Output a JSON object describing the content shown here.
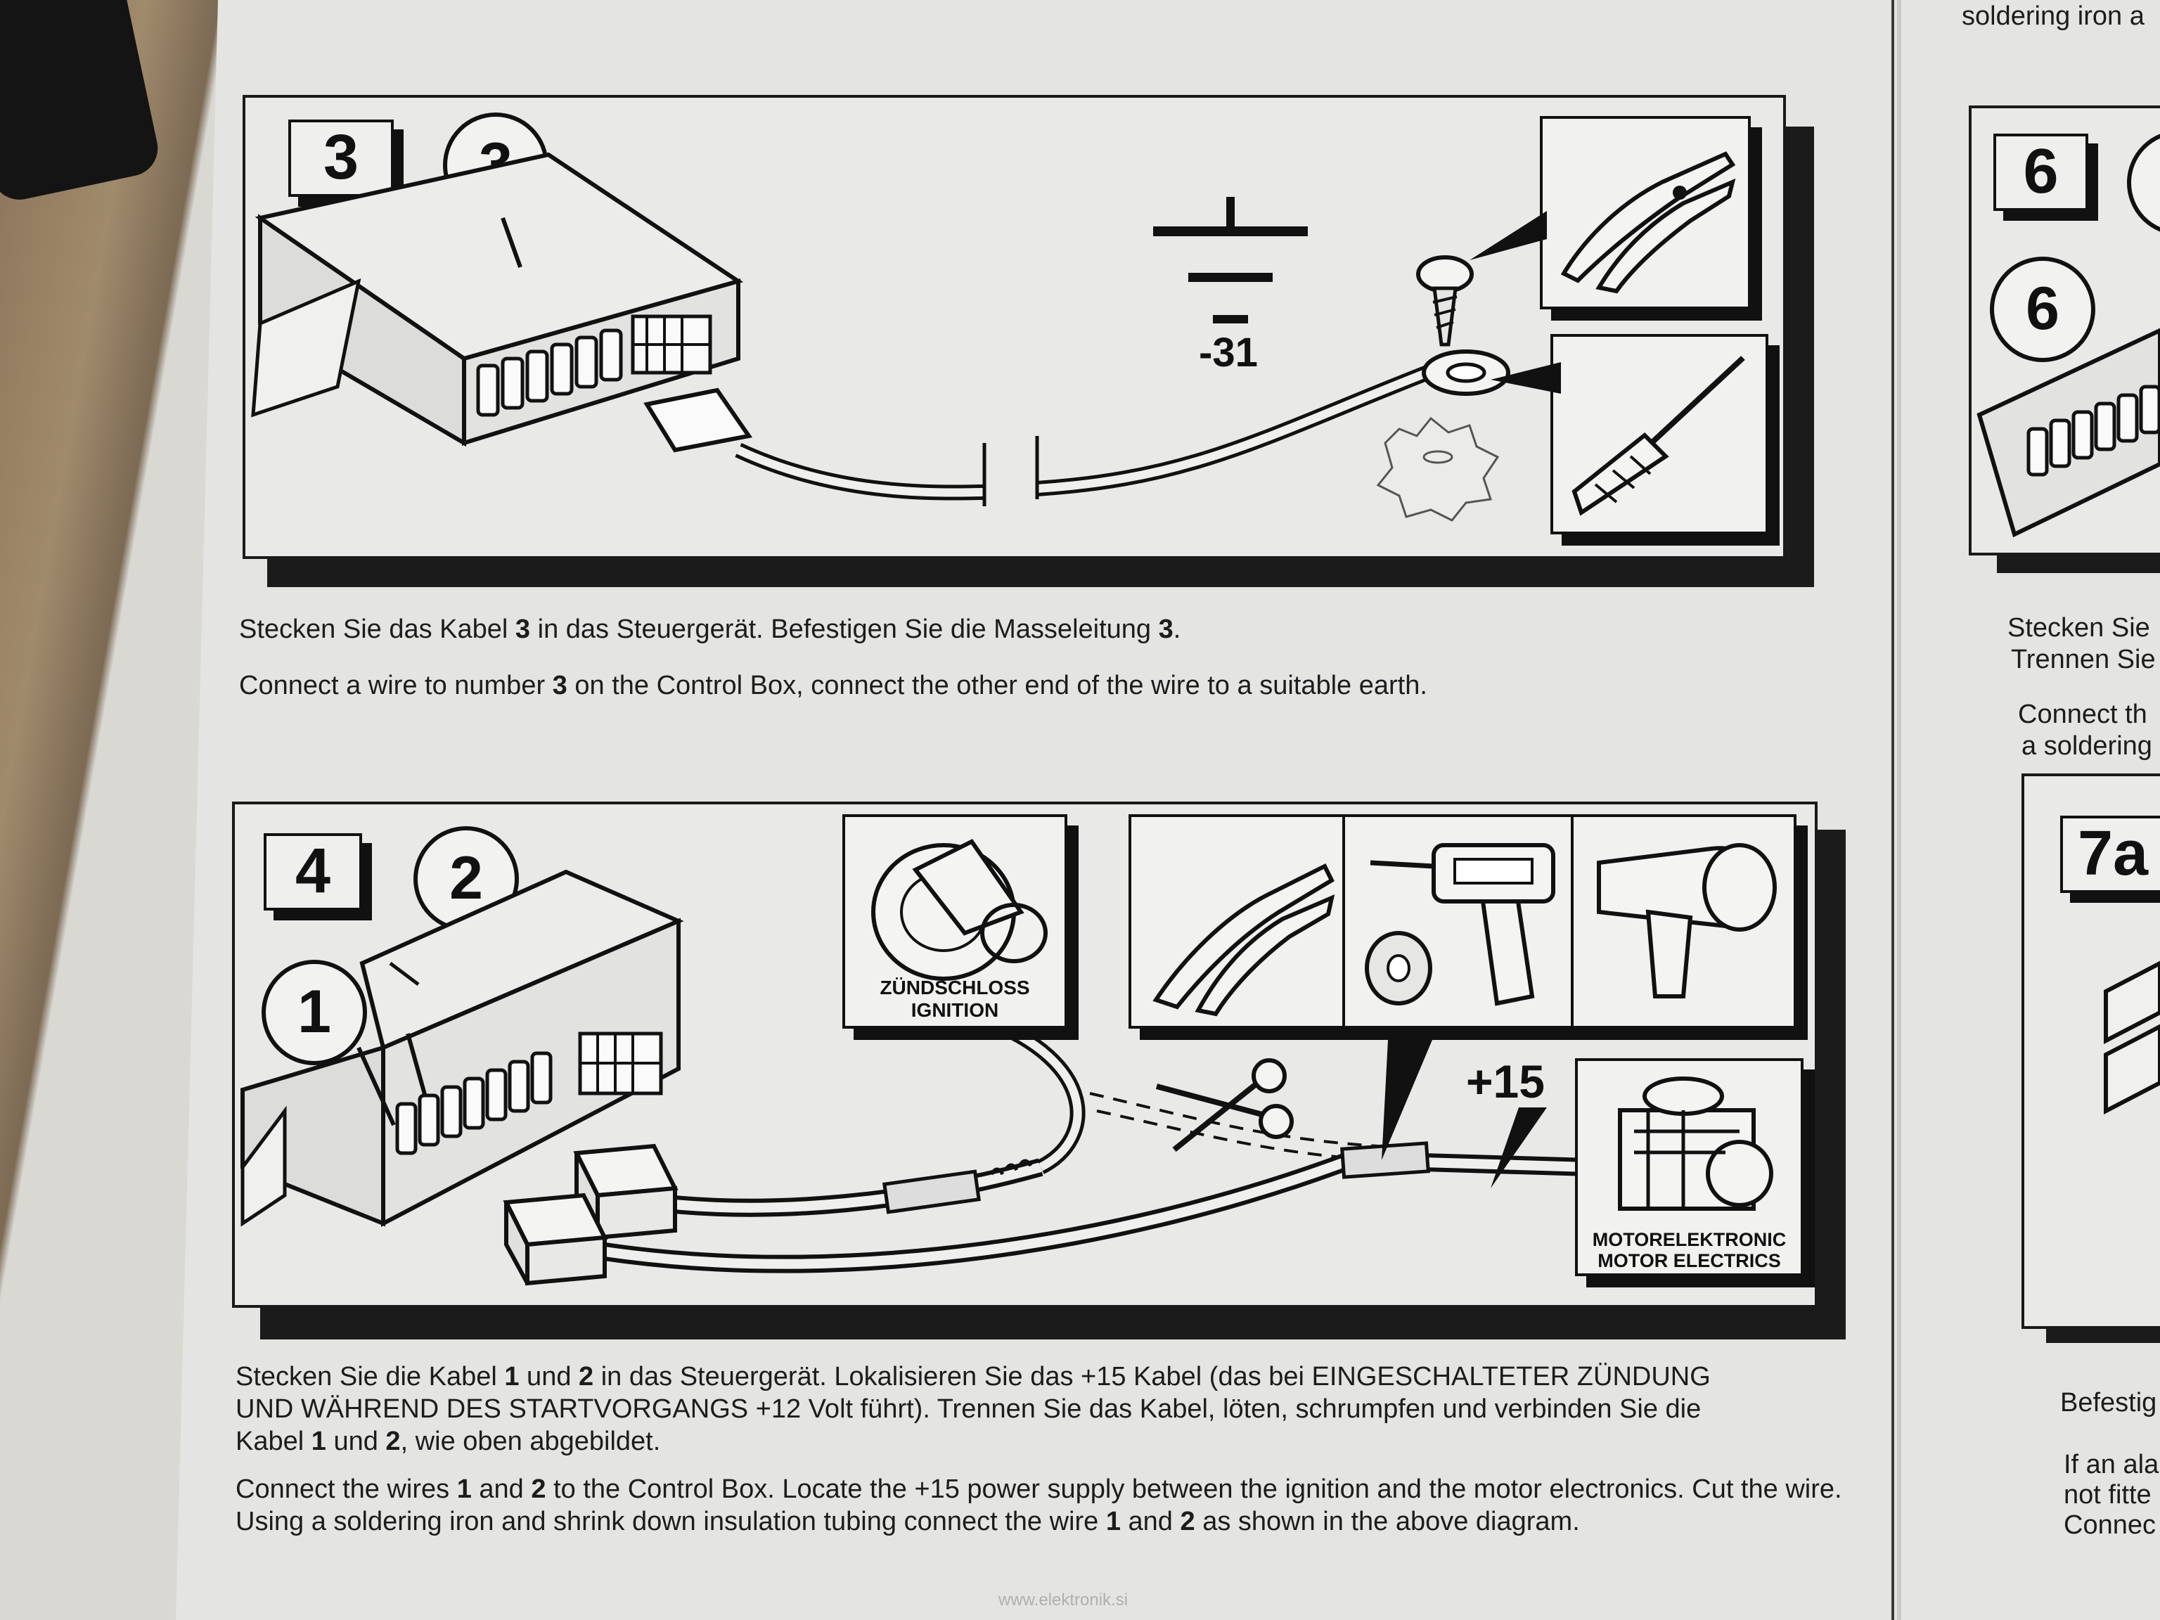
{
  "step3": {
    "number": "3",
    "callout": "3",
    "ground_label": "-31",
    "text_de": "Stecken Sie das Kabel 3 in das Steuergerät. Befestigen Sie die Masseleitung 3.",
    "text_en": "Connect a wire to number 3 on the Control Box, connect the other end of the wire to a suitable earth."
  },
  "step4": {
    "number": "4",
    "callout_1": "1",
    "callout_2": "2",
    "ignition_de": "ZÜNDSCHLOSS",
    "ignition_en": "IGNITION",
    "plus15": "+15",
    "motor_de": "MOTORELEKTRONIC",
    "motor_en": "MOTOR ELECTRICS",
    "text_de": "Stecken Sie die Kabel 1 und 2 in das Steuergerät. Lokalisieren Sie das +15 Kabel (das bei EINGESCHALTETER ZÜNDUNG UND WÄHREND DES STARTVORGANGS +12 Volt führt). Trennen Sie das Kabel, löten, schrumpfen und verbinden Sie die Kabel 1 und 2, wie oben abgebildet.",
    "text_en": "Connect the wires 1 and 2 to the Control Box. Locate the +15 power supply between the ignition and the motor electronics. Cut the wire. Using a soldering iron and shrink down insulation tubing connect the wire 1 and 2 as shown in the above diagram."
  },
  "right_column": {
    "top_fragment": "soldering iron a",
    "step6_number": "6",
    "step6_callout": "6",
    "step6_text_de_1": "Stecken Sie",
    "step6_text_de_2": "Trennen Sie",
    "step6_text_en_1": "Connect th",
    "step6_text_en_2": "a soldering",
    "step7_number": "7a",
    "step7_text_de": "Befestig",
    "step7_text_en_1": "If an ala",
    "step7_text_en_2": "not fitte",
    "step7_text_en_3": "Connec"
  },
  "watermark": "www.elektronik.si"
}
